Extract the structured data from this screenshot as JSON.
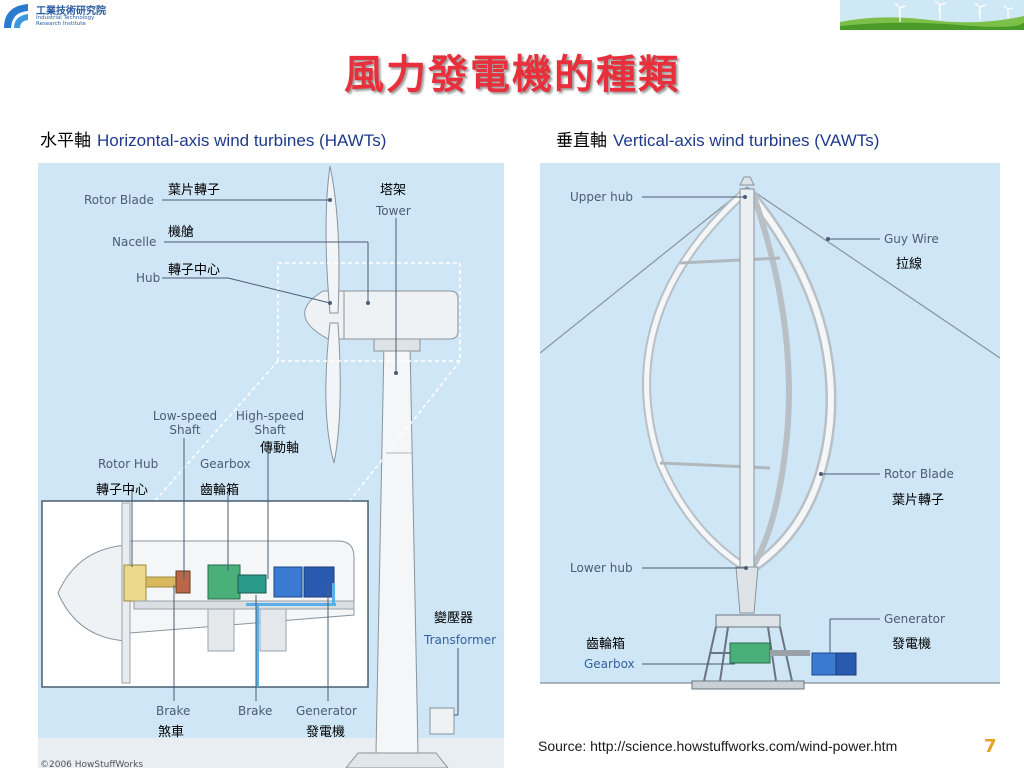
{
  "header": {
    "logo_cn": "工業技術研究院",
    "logo_en": "Industrial Technology\nResearch Institute",
    "title": "風力發電機的種類"
  },
  "left": {
    "heading_cn": "水平軸",
    "heading_en": "Horizontal-axis wind turbines (HAWTs)",
    "labels": {
      "rotor_blade_en": "Rotor Blade",
      "rotor_blade_cn": "葉片轉子",
      "nacelle_en": "Nacelle",
      "nacelle_cn": "機艙",
      "hub_en": "Hub",
      "hub_cn": "轉子中心",
      "tower_cn": "塔架",
      "tower_en": "Tower",
      "low_speed_shaft_en": "Low-speed\nShaft",
      "high_speed_shaft_en": "High-speed\nShaft",
      "high_speed_shaft_cn": "傳動軸",
      "rotor_hub_en": "Rotor Hub",
      "rotor_hub_cn": "轉子中心",
      "gearbox_en": "Gearbox",
      "gearbox_cn": "齒輪箱",
      "transformer_cn": "變壓器",
      "transformer_en": "Transformer",
      "brake1_en": "Brake",
      "brake1_cn": "煞車",
      "brake2_en": "Brake",
      "generator_en": "Generator",
      "generator_cn": "發電機"
    }
  },
  "right": {
    "heading_cn": "垂直軸",
    "heading_en": "Vertical-axis wind turbines (VAWTs)",
    "labels": {
      "upper_hub_en": "Upper hub",
      "guy_wire_en": "Guy Wire",
      "guy_wire_cn": "拉線",
      "rotor_blade_en": "Rotor Blade",
      "rotor_blade_cn": "葉片轉子",
      "lower_hub_en": "Lower hub",
      "gearbox_cn": "齒輪箱",
      "gearbox_en": "Gearbox",
      "generator_en": "Generator",
      "generator_cn": "發電機"
    }
  },
  "footer": {
    "source": "Source: http://science.howstuffworks.com/wind-power.htm",
    "page_number": "7",
    "copyright": "©2006 HowStuffWorks"
  },
  "colors": {
    "title": "#e8303c",
    "heading_en": "#1f3a8c",
    "panel_bg": "#cfe6f6",
    "page_number": "#e8a020"
  }
}
